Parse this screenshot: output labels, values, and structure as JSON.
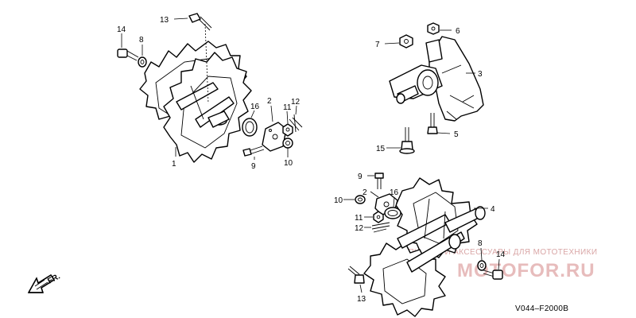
{
  "callouts": {
    "c13_top": "13",
    "c14_top": "14",
    "c8_top": "8",
    "c16_left": "16",
    "c2_left": "2",
    "c12_left": "12",
    "c11_left": "11",
    "c10_left": "10",
    "c9_left": "9",
    "c1": "1",
    "c7": "7",
    "c6": "6",
    "c3": "3",
    "c5": "5",
    "c15": "15",
    "c9_right": "9",
    "c2_right": "2",
    "c16_right": "16",
    "c10_right": "10",
    "c11_right": "11",
    "c12_right": "12",
    "c4": "4",
    "c8_right": "8",
    "c14_right": "14",
    "c13_bottom": "13"
  },
  "direction_label": "FR.",
  "diagram_code": "V044–F2000B",
  "watermark": {
    "line1": "ЗАПЧАСТИ И АКСЕССУАРЫ ДЛЯ МОТОТЕХНИКИ",
    "line2": "MOTOFOR.RU"
  }
}
